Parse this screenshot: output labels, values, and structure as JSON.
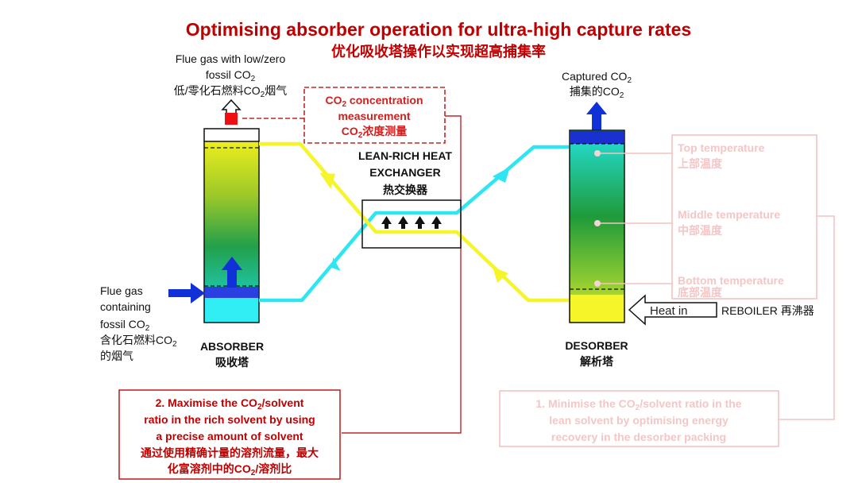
{
  "title": {
    "en": "Optimising absorber operation for ultra-high capture rates",
    "zh": "优化吸收塔操作以实现超高捕集率"
  },
  "flue_out": {
    "line1": "Flue gas with low/zero",
    "line2": "fossil CO",
    "line2_sub": "2",
    "line3": "低/零化石燃料CO",
    "line3_sub": "2",
    "line3_tail": "烟气"
  },
  "co2_measure": {
    "line1": "CO",
    "line1_sub": "2",
    "line1_tail": " concentration",
    "line2": "measurement",
    "line3": "CO",
    "line3_sub": "2",
    "line3_tail": "浓度测量"
  },
  "hx": {
    "line1": "LEAN-RICH HEAT",
    "line2": "EXCHANGER",
    "line3": "热交换器"
  },
  "captured": {
    "line1": "Captured CO",
    "line1_sub": "2",
    "line2": "捕集的CO",
    "line2_sub": "2"
  },
  "flue_in": {
    "line1": "Flue gas",
    "line2": "containing",
    "line3": "fossil CO",
    "line3_sub": "2",
    "line4": "含化石燃料CO",
    "line4_sub": "2",
    "line5": "的烟气"
  },
  "absorber": {
    "en": "ABSORBER",
    "zh": "吸收塔"
  },
  "desorber": {
    "en": "DESORBER",
    "zh": "解析塔"
  },
  "temps": {
    "top_en": "Top temperature",
    "top_zh": "上部温度",
    "mid_en": "Middle temperature",
    "mid_zh": "中部温度",
    "bot_en": "Bottom temperature",
    "bot_zh": "底部温度"
  },
  "heat_in": "Heat in",
  "reboiler": "REBOILER 再沸器",
  "box2": {
    "l1a": "2. Maximise the CO",
    "l1_sub": "2",
    "l1b": "/solvent",
    "l2": "ratio in the rich solvent by using",
    "l3": "a precise amount of solvent",
    "l4": "通过使用精确计量的溶剂流量，最大",
    "l5a": "化富溶剂中的CO",
    "l5_sub": "2",
    "l5b": "/溶剂比"
  },
  "box1": {
    "l1a": "1. Minimise the CO",
    "l1_sub": "2",
    "l1b": "/solvent ratio in the",
    "l2": "lean solvent by optimising energy",
    "l3": "recovery in the desorber packing"
  },
  "colors": {
    "title_red": "#c00000",
    "lean": "#2ee6f2",
    "rich": "#f5f52a",
    "blue": "#1030d8",
    "green": "#2ea02e",
    "faded_red": "#f4c2c2"
  }
}
